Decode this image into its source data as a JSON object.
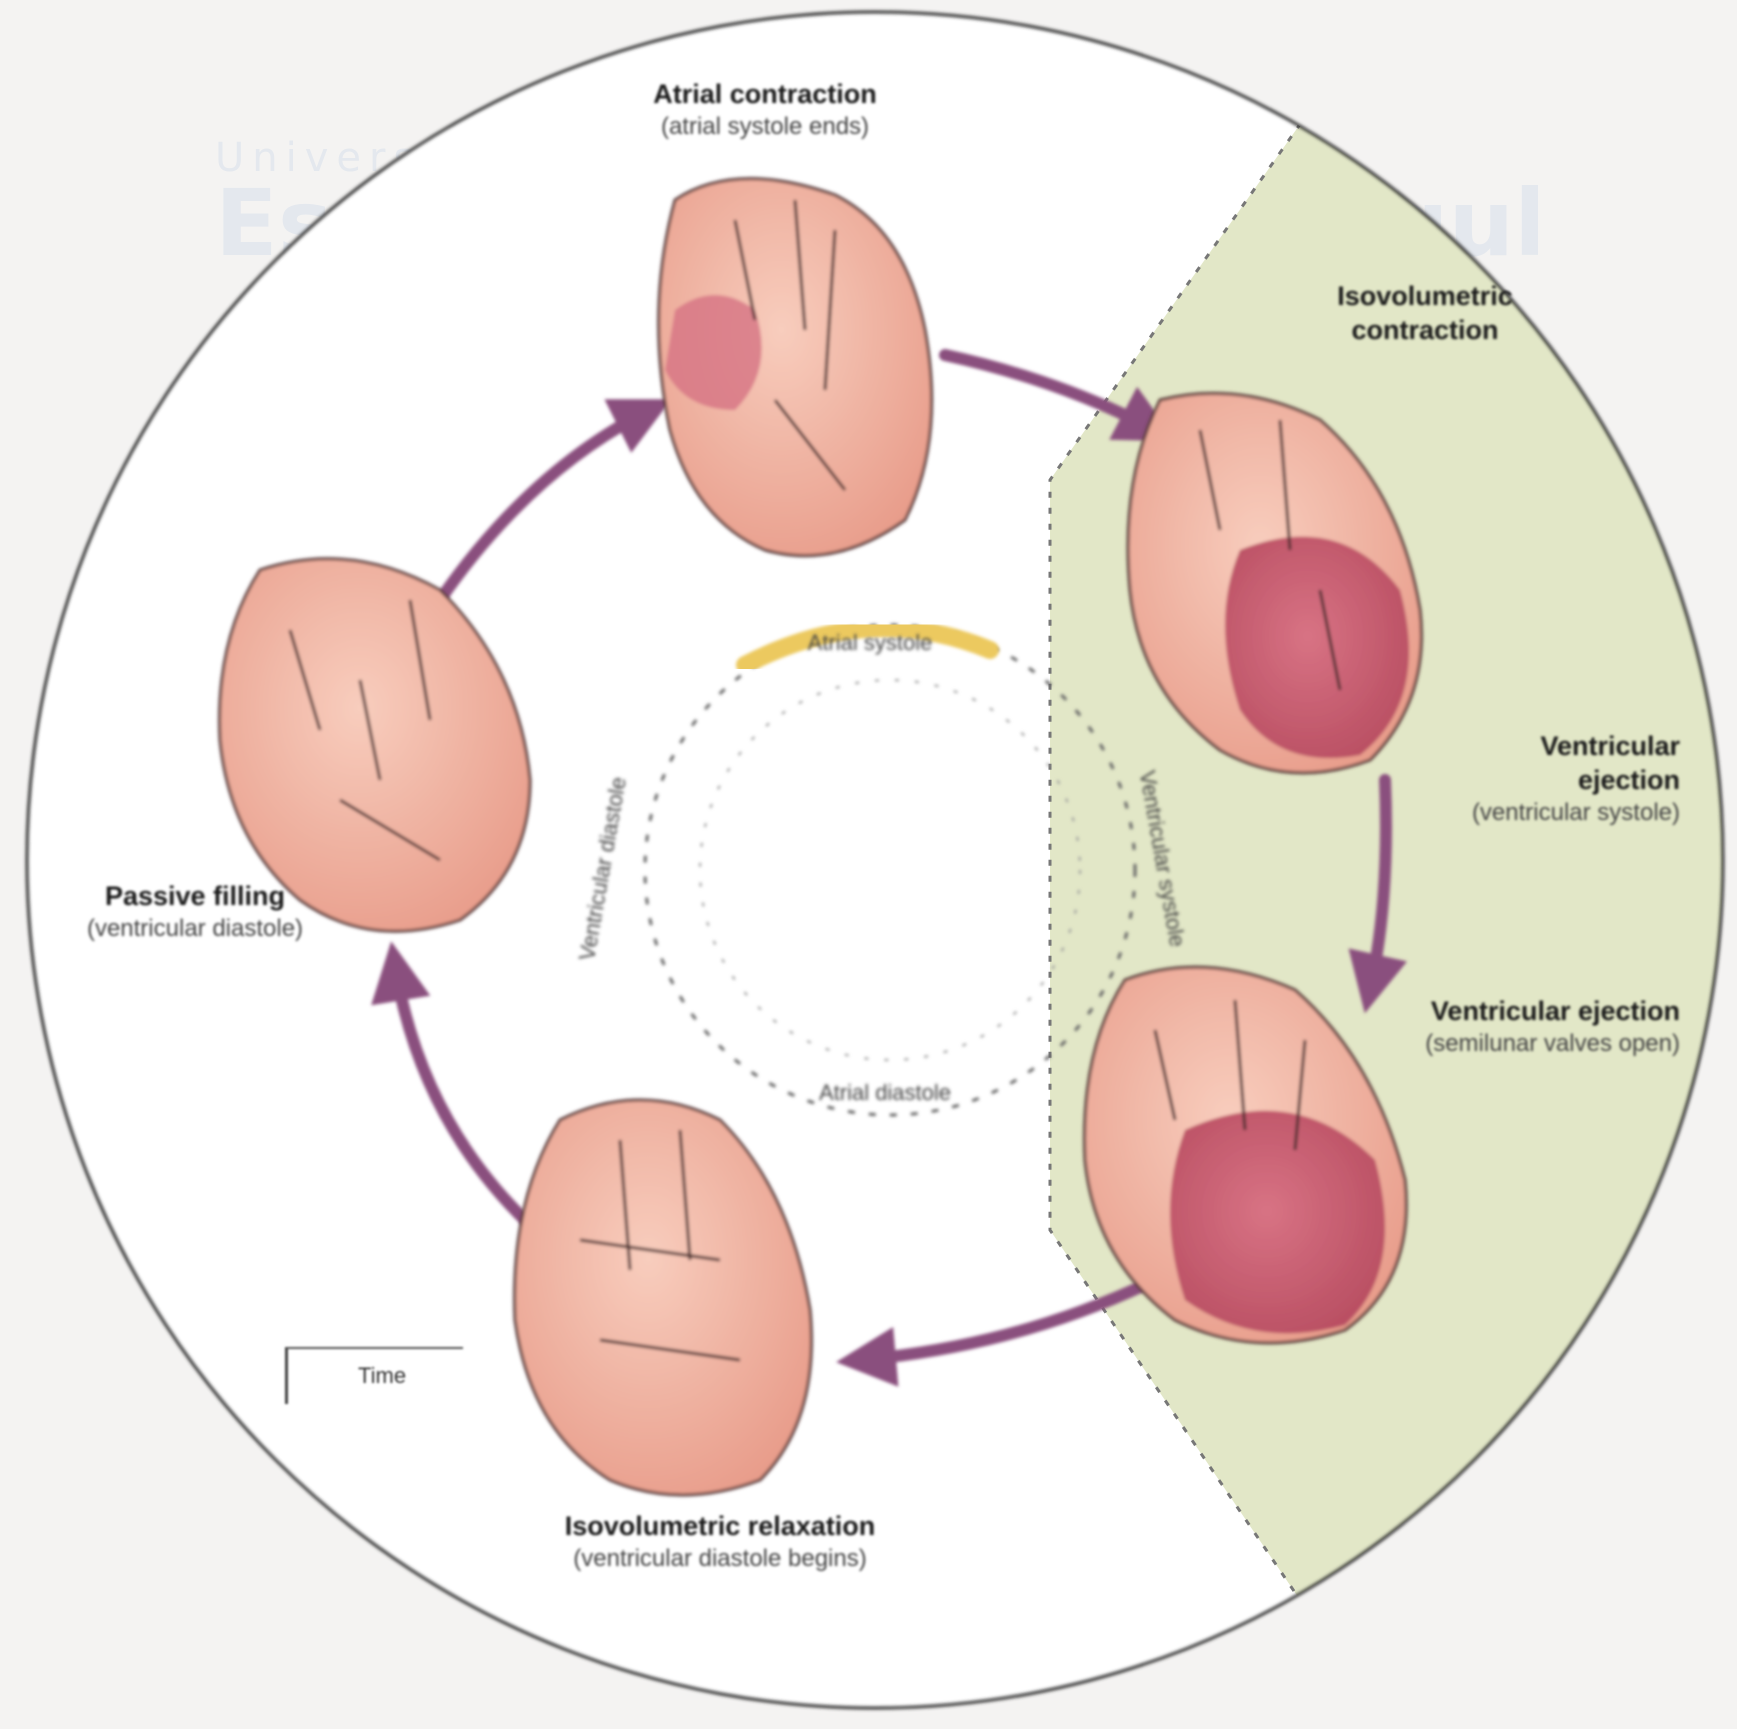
{
  "watermark": {
    "small_text": "Universitas",
    "big_text": "Esa Unggul"
  },
  "stages": [
    {
      "id": "top",
      "title": "Atrial contraction",
      "subtitle": "(atrial systole ends)"
    },
    {
      "id": "right-upper",
      "title": "Isovolumetric contraction",
      "subtitle": ""
    },
    {
      "id": "right-middle",
      "title": "Ventricular ejection",
      "subtitle": "(ventricular systole)"
    },
    {
      "id": "right-lower",
      "title": "Ventricular ejection",
      "subtitle": "(semilunar valves open)"
    },
    {
      "id": "bottom",
      "title": "Isovolumetric relaxation",
      "subtitle": "(ventricular diastole begins)"
    },
    {
      "id": "left",
      "title": "Passive filling",
      "subtitle": "(ventricular diastole)"
    }
  ],
  "center": {
    "top_label": "Atrial systole",
    "left_label": "Ventricular diastole",
    "right_label": "Ventricular systole",
    "bottom_label": "Atrial diastole"
  },
  "legend": {
    "label": "Time"
  },
  "colors": {
    "systole_band": "#e2e7c7",
    "arrow": "#8a4f7e",
    "heart_light": "#f2b3a3",
    "heart_dark": "#c75a6c",
    "circle_outline": "#333333"
  }
}
